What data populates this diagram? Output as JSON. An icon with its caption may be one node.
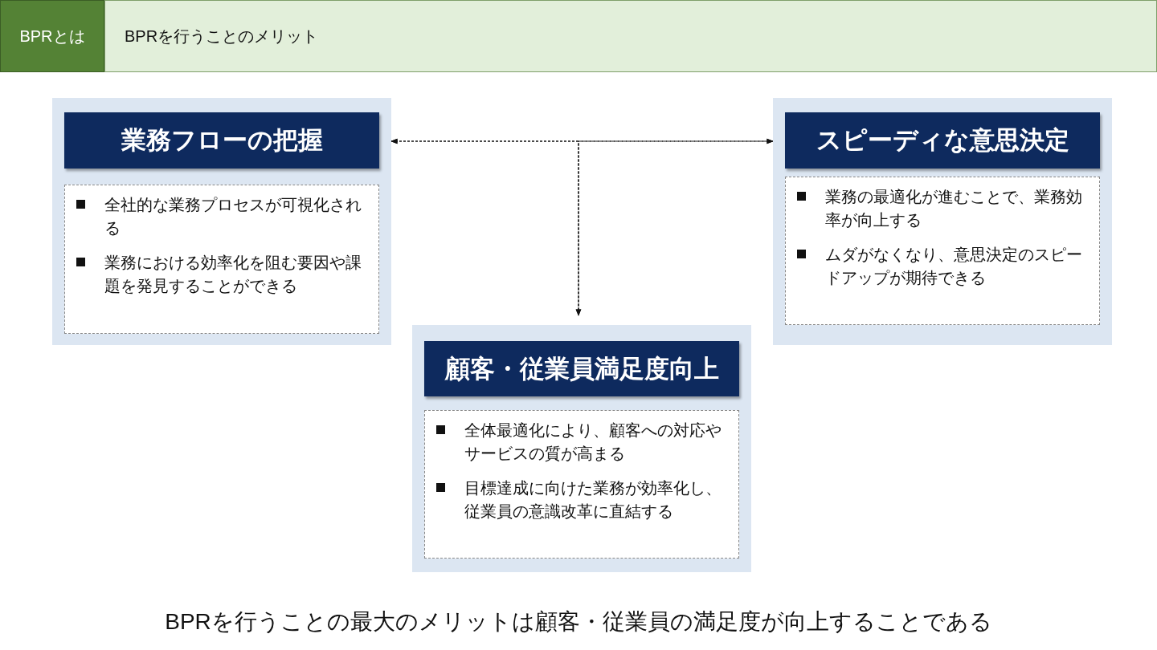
{
  "diagram": {
    "caption": "BPRを行うことの最大のメリットは顧客・従業員の満足度が向上することである",
    "nodes": [
      {
        "text": [
          "BPRとは"
        ]
      },
      {
        "text": [
          "BPRを行うことのメリット"
        ]
      },
      {
        "text": [],
        "shape": "box"
      },
      {
        "text": [
          "業務フローの把握"
        ],
        "in": 2
      },
      {
        "text": [
          "全社的な業務プロセスが可視化される",
          "業務における効率化を阻む要因や課題を発見することができる"
        ],
        "in": 2
      },
      {
        "text": [],
        "shape": "box"
      },
      {
        "text": [
          "スピーディな意思決定"
        ],
        "in": 5
      },
      {
        "text": [
          "業務の最適化が進むことで、業務効率が向上する",
          "ムダがなくなり、意思決定のスピードアップが期待できる"
        ],
        "in": 5
      },
      {
        "text": [],
        "shape": "box"
      },
      {
        "text": [
          "顧客・従業員満足度向上"
        ],
        "in": 8
      },
      {
        "text": [
          "全体最適化により、顧客への対応やサービスの質が高まる",
          "目標達成に向けた業務が効率化し、従業員の意識改革に直結する"
        ],
        "in": 8
      }
    ],
    "edges": [
      {
        "from": 2,
        "to": 5,
        "arrow": "both",
        "style": "dashed"
      },
      {
        "from": 2,
        "to": 8,
        "arrow": "both",
        "style": "dashed"
      },
      {
        "from": 5,
        "to": 8,
        "arrow": "both",
        "style": "dashed"
      }
    ]
  }
}
